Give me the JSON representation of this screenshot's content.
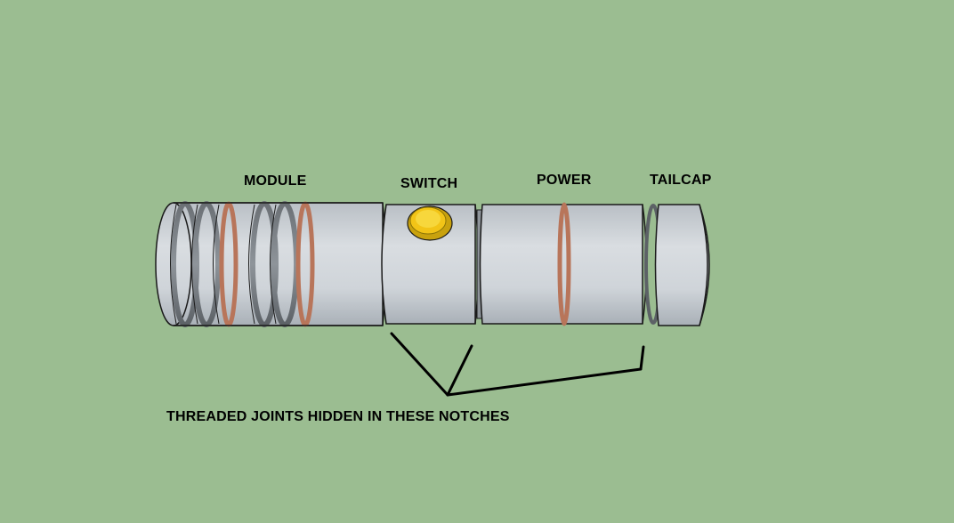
{
  "labels": {
    "module": "MODULE",
    "switch": "SWITCH",
    "power": "POWER",
    "tailcap": "TAILCAP",
    "callout": "THREADED JOINTS HIDDEN IN THESE NOTCHES"
  },
  "colors": {
    "background": "#9bbd91",
    "metal": "#c9ced3",
    "ring_copper": "#b8755a",
    "button": "#f2c417",
    "outline": "#1a1a1a"
  }
}
